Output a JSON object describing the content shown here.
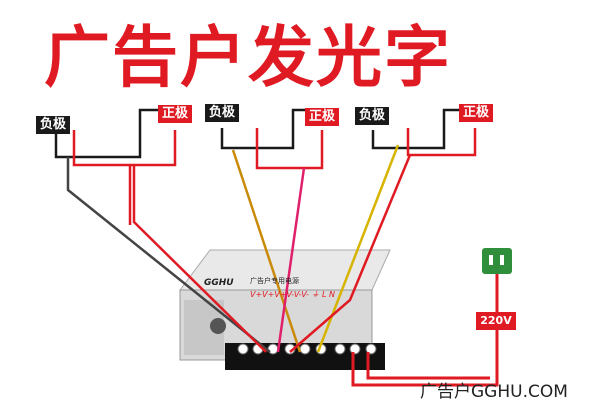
{
  "title": "广告户发光字",
  "labels": {
    "neg": "负极",
    "pos": "正极"
  },
  "psu": {
    "brand": "GGHU",
    "plate_title": "广告户专用电源",
    "terminals_text": "V+V+V+V-V-V-  ⏚  L  N"
  },
  "voltage": "220V",
  "footer": "广告户GGHU.COM",
  "colors": {
    "red": "#e01a22",
    "black": "#1a1a1a",
    "plug_green": "#2f8f3a"
  }
}
